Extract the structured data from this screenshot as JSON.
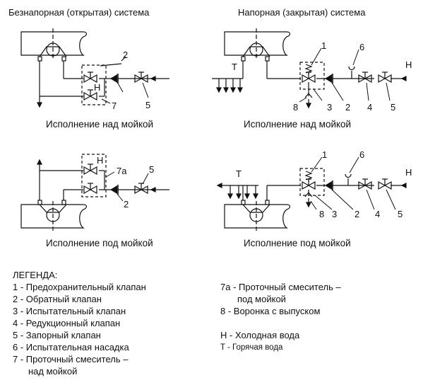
{
  "titles": {
    "left": "Безнапорная (открытая) система",
    "right": "Напорная (закрытая) система"
  },
  "captions": {
    "top_left": "Исполнение над мойкой",
    "top_right": "Исполнение над мойкой",
    "bottom_left": "Исполнение под мойкой",
    "bottom_right": "Исполнение под мойкой"
  },
  "callouts": {
    "q1": [
      "2",
      "7",
      "5",
      "H"
    ],
    "q2": [
      "1",
      "6",
      "H",
      "T",
      "8",
      "3",
      "2",
      "4",
      "5"
    ],
    "q3": [
      "H",
      "7a",
      "5",
      "2"
    ],
    "q4": [
      "1",
      "6",
      "T",
      "H",
      "8",
      "3",
      "2",
      "4",
      "5"
    ]
  },
  "legend": {
    "title": "ЛЕГЕНДА:",
    "left_items": [
      "1 - Предохранительный клапан",
      "2 - Обратный клапан",
      "3 - Испытательный клапан",
      "4 - Редукционный клапан",
      "5 - Запорный клапан",
      "6 - Испытательная насадка",
      "7 - Проточный смеситель –",
      "над мойкой"
    ],
    "right_items": [
      "7а - Проточный смеситель –",
      "под мойкой",
      "8 - Воронка с выпуском",
      "H - Холодная вода",
      "T - Горячая вода"
    ]
  }
}
